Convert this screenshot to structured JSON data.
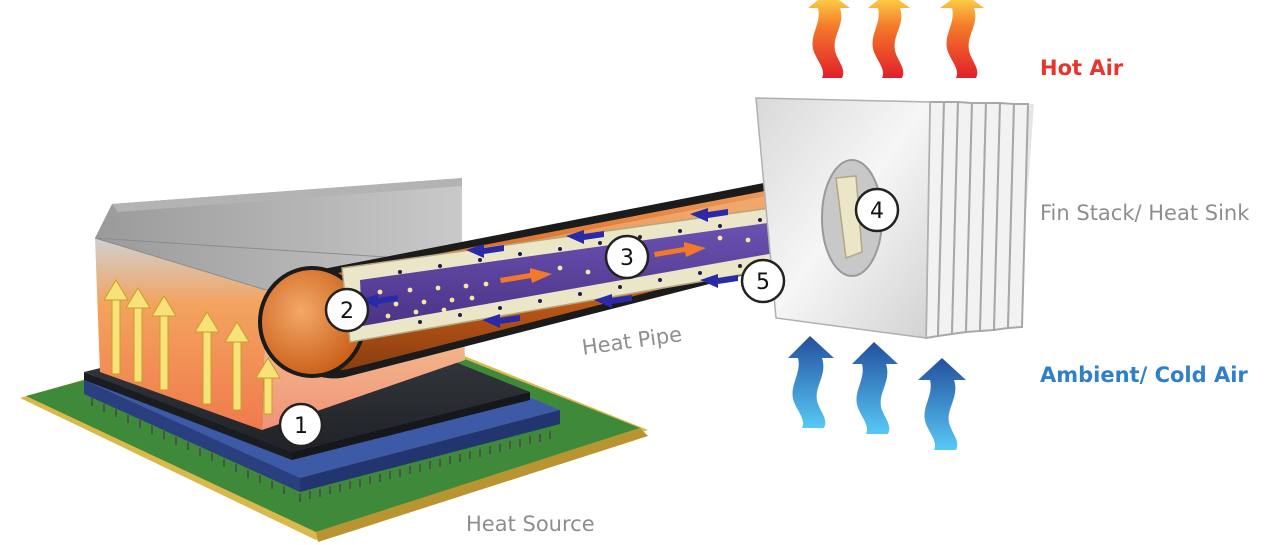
{
  "labels": {
    "hot_air": "Hot Air",
    "fin_stack": "Fin Stack/ Heat Sink",
    "ambient_cold_air": "Ambient/ Cold Air",
    "heat_pipe": "Heat Pipe",
    "heat_source": "Heat Source"
  },
  "markers": [
    "1",
    "2",
    "3",
    "4",
    "5"
  ],
  "colors": {
    "hot_air": "#e8342a",
    "cold_air": "#2f7fc9",
    "label_gray": "#8e8e8e",
    "pipe_copper": "#d8651c",
    "vapor_core": "#5a3f9c",
    "wick": "#ece6c8",
    "pcb_green": "#3f8a3a",
    "chip_dark": "#2e3135",
    "fin_silver": "#dcdcdc"
  },
  "icons": {
    "hot_air_arrow": "wavy-up-arrow-icon",
    "cold_air_arrow": "wavy-up-arrow-icon",
    "vapor_flow": "right-arrow-icon",
    "liquid_return": "left-arrow-icon"
  }
}
